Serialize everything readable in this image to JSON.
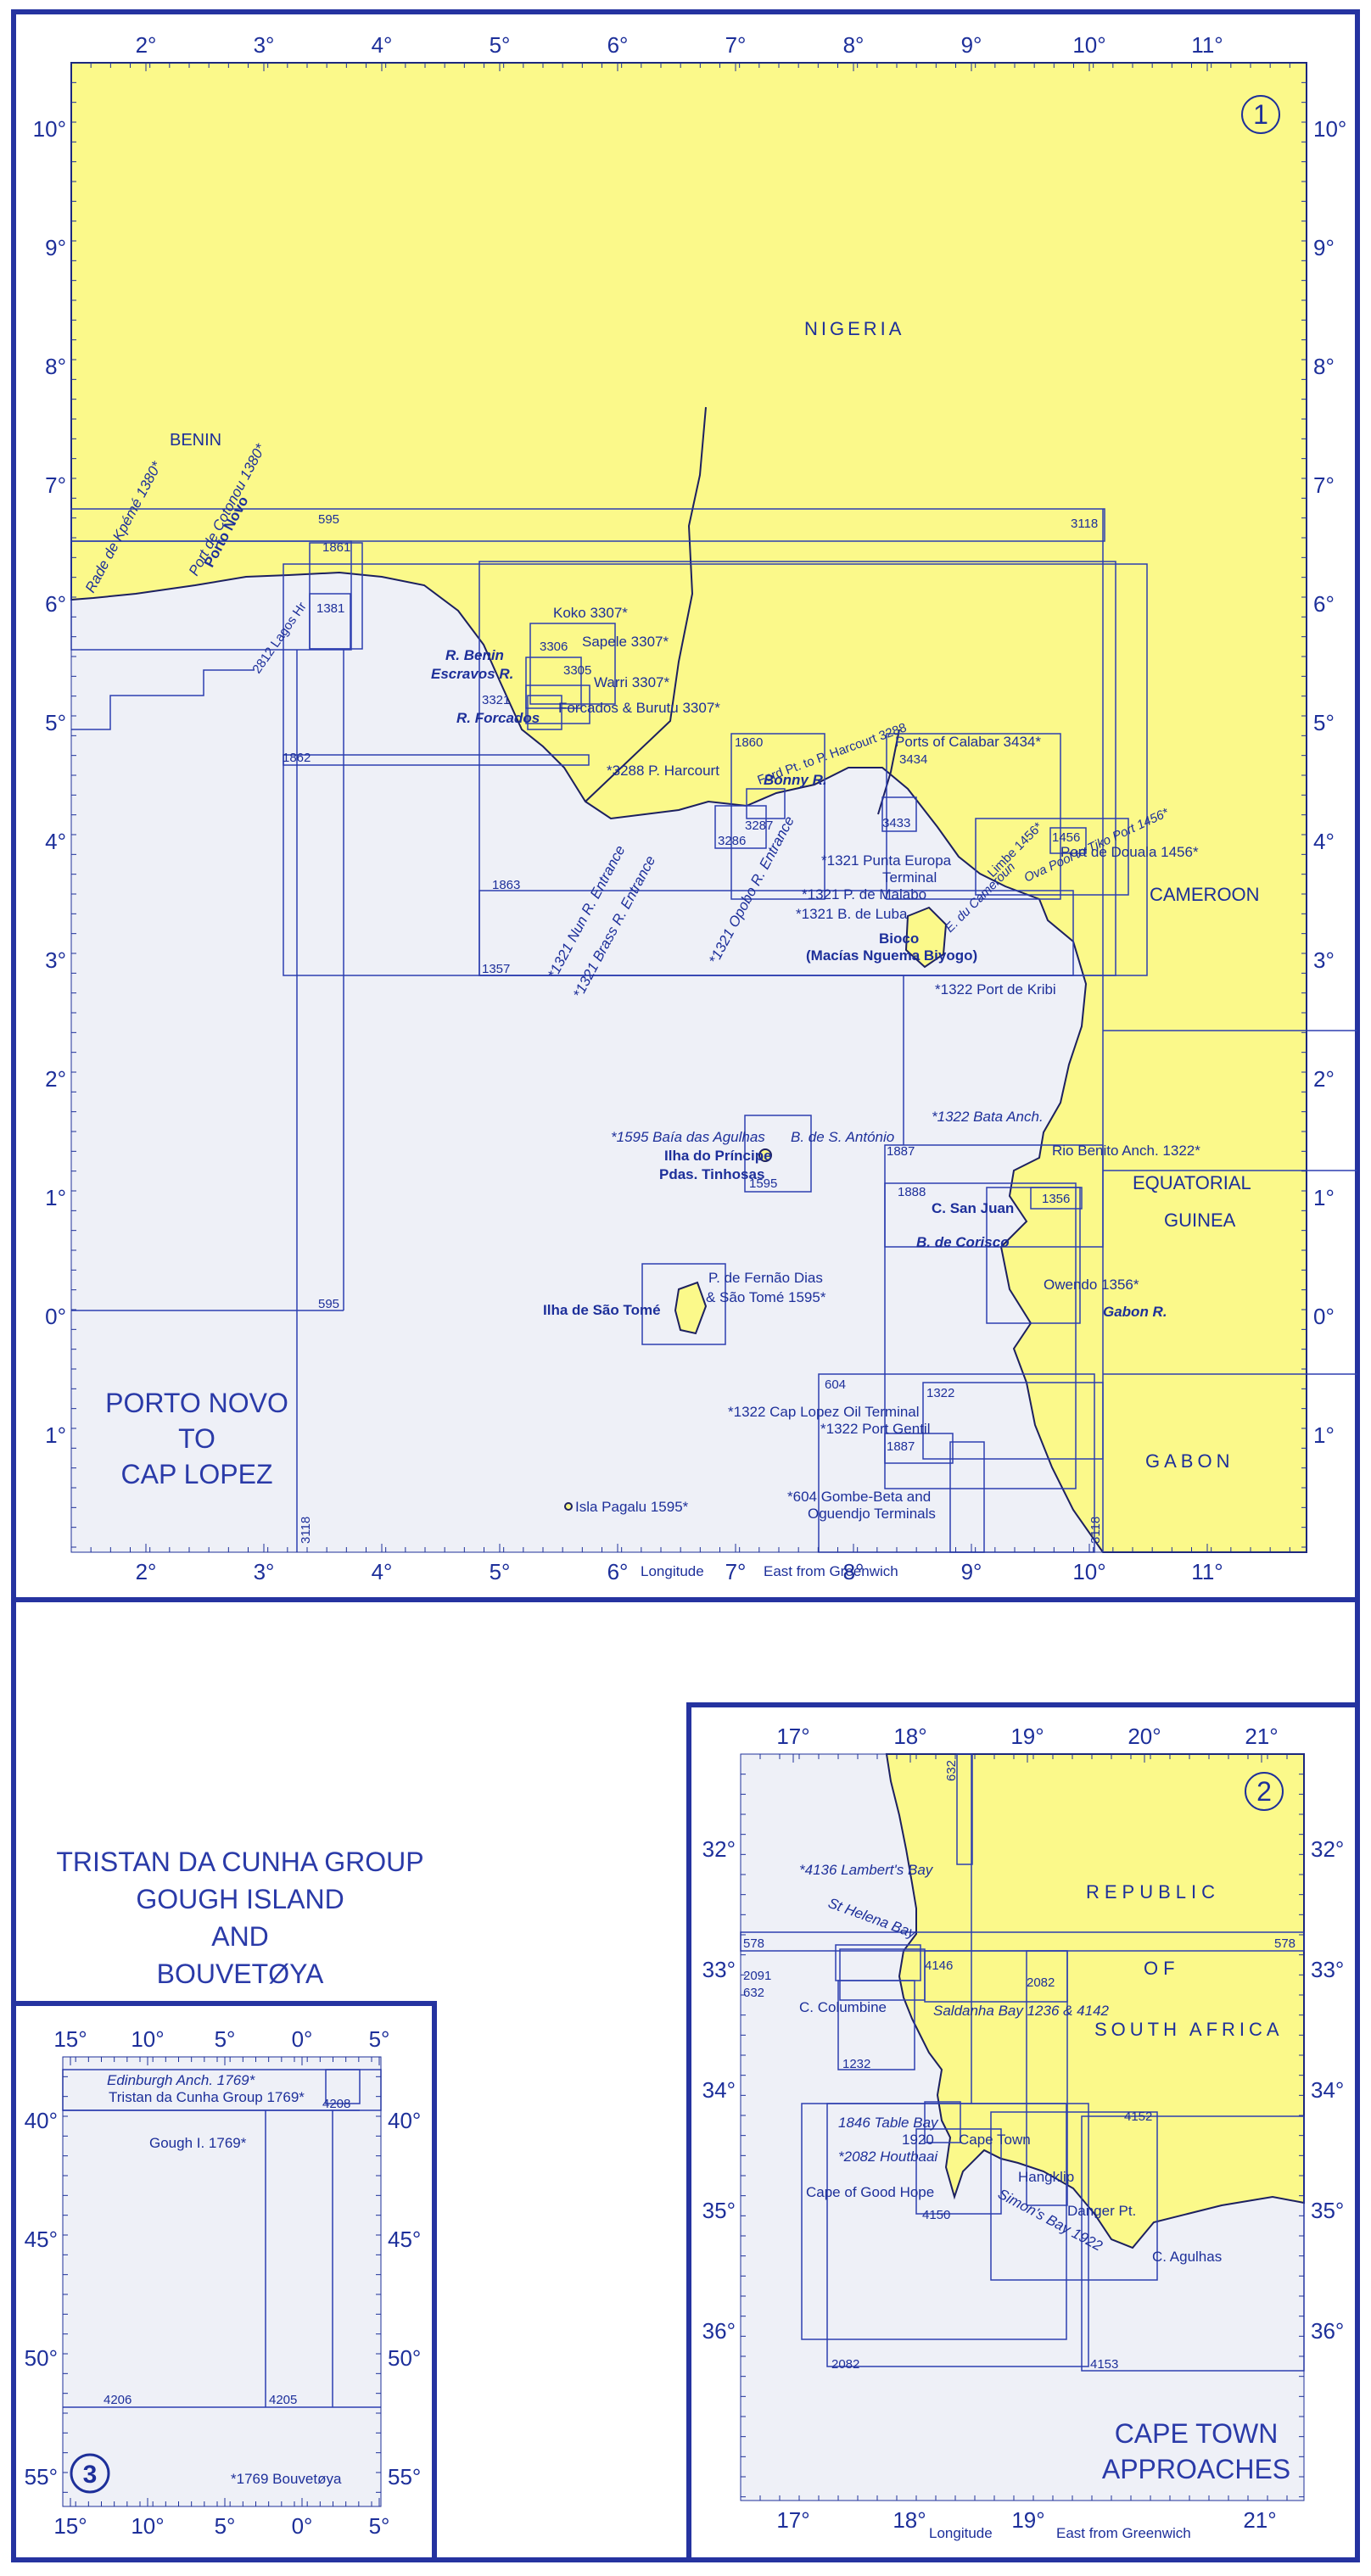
{
  "panel1": {
    "number": "1",
    "title_lines": [
      "PORTO NOVO",
      "TO",
      "CAP LOPEZ"
    ],
    "lon_ticks_top": [
      "2°",
      "3°",
      "4°",
      "5°",
      "6°",
      "7°",
      "8°",
      "9°",
      "10°",
      "11°"
    ],
    "lon_ticks_bottom": [
      "2°",
      "3°",
      "4°",
      "5°",
      "6°",
      "7°",
      "8°",
      "9°",
      "10°",
      "11°"
    ],
    "lat_ticks_left": [
      "10°",
      "9°",
      "8°",
      "7°",
      "6°",
      "5°",
      "4°",
      "3°",
      "2°",
      "1°",
      "0°",
      "1°"
    ],
    "lat_ticks_right": [
      "10°",
      "9°",
      "8°",
      "7°",
      "6°",
      "5°",
      "4°",
      "3°",
      "2°",
      "1°",
      "0°",
      "1°"
    ],
    "longitude_caption": "Longitude",
    "east_caption": "East from Greenwich",
    "countries": [
      "NIGERIA",
      "BENIN",
      "CAMEROON",
      "EQUATORIAL",
      "GUINEA",
      "GABON"
    ],
    "places": [
      "Rade de Kpémé 1380*",
      "Port de Cotonou 1380*",
      "Porto Novo",
      "2812 Lagos Hr",
      "Koko 3307*",
      "Sapele 3307*",
      "R. Benin",
      "Escravos R.",
      "Warri 3307*",
      "R. Forcados",
      "Forcados & Burutu 3307*",
      "*3288 P. Harcourt",
      "Ford Pt. to P. Harcourt 3288",
      "Bonny R.",
      "Ports of Calabar 3434*",
      "Limbe 1456*",
      "Ova Pool to Tiko Port 1456*",
      "Port de Douala 1456*",
      "*1321 Punta Europa",
      "Terminal",
      "*1321 P. de Malabo",
      "*1321 B. de Luba",
      "E. du Cameroun",
      "Bioco",
      "(Macías Nguema Biyogo)",
      "*1321 Nun R. Entrance",
      "*1321 Brass R. Entrance",
      "*1321 Opobo R. Entrance",
      "*1322 Port de Kribi",
      "*1322 Bata Anch.",
      "*1595 Baía das Agulhas",
      "B. de S. António",
      "Ilha do Príncipe",
      "Pdas. Tinhosas",
      "Rio Benito Anch. 1322*",
      "C. San Juan",
      "B. de Corisco",
      "Owendo 1356*",
      "Gabon R.",
      "P. de Fernão Dias",
      "& São Tomé 1595*",
      "Ilha de São Tomé",
      "*1322 Cap Lopez Oil Terminal",
      "*1322 Port Gentil",
      "Isla Pagalu 1595*",
      "*604 Gombe-Beta and",
      "Oguendjo Terminals"
    ],
    "charts": [
      "595",
      "1861",
      "1381",
      "1862",
      "3118",
      "3306",
      "3305",
      "3321",
      "1860",
      "3286",
      "3287",
      "3434",
      "3433",
      "1863",
      "1357",
      "1456",
      "1595",
      "1887",
      "1888",
      "1356",
      "604",
      "1322",
      "1887",
      "595",
      "3118",
      "3118"
    ]
  },
  "panel2": {
    "number": "2",
    "title_lines": [
      "CAPE TOWN",
      "APPROACHES"
    ],
    "lon_ticks_top": [
      "17°",
      "18°",
      "19°",
      "20°",
      "21°"
    ],
    "lon_ticks_bottom": [
      "17°",
      "18°",
      "19°",
      "21°"
    ],
    "lat_ticks_left": [
      "32°",
      "33°",
      "34°",
      "35°",
      "36°"
    ],
    "lat_ticks_right": [
      "32°",
      "33°",
      "34°",
      "35°",
      "36°"
    ],
    "longitude_caption": "Longitude",
    "east_caption": "East from Greenwich",
    "countries": [
      "REPUBLIC",
      "OF",
      "SOUTH AFRICA"
    ],
    "places": [
      "*4136 Lambert's Bay",
      "St Helena Bay",
      "C. Columbine",
      "Saldanha Bay 1236 & 4142",
      "1846 Table Bay",
      "1920",
      "Cape Town",
      "*2082 Houtbaai",
      "Cape of Good Hope",
      "Simon's Bay 1922",
      "Hangklip",
      "Danger Pt.",
      "C. Agulhas"
    ],
    "charts": [
      "632",
      "578",
      "578",
      "2091",
      "632",
      "4146",
      "2082",
      "1232",
      "4152",
      "4150",
      "2082",
      "4153"
    ]
  },
  "panel3": {
    "number": "3",
    "title_lines": [
      "TRISTAN DA CUNHA GROUP",
      "GOUGH ISLAND",
      "AND",
      "BOUVETØYA"
    ],
    "lon_ticks_top": [
      "15°",
      "10°",
      "5°",
      "0°",
      "5°"
    ],
    "lon_ticks_bottom": [
      "15°",
      "10°",
      "5°",
      "0°",
      "5°"
    ],
    "lat_ticks_left": [
      "40°",
      "45°",
      "50°",
      "55°"
    ],
    "lat_ticks_right": [
      "40°",
      "45°",
      "50°",
      "55°"
    ],
    "places": [
      "Edinburgh Anch. 1769*",
      "Tristan da Cunha Group 1769*",
      "Gough I. 1769*",
      "*1769 Bouvetøya"
    ],
    "charts": [
      "4208",
      "4206",
      "4205"
    ]
  },
  "colors": {
    "land": "#fbf98a",
    "sea": "#eef0f7",
    "ink": "#1d2f9a",
    "frame": "#2533a0"
  }
}
